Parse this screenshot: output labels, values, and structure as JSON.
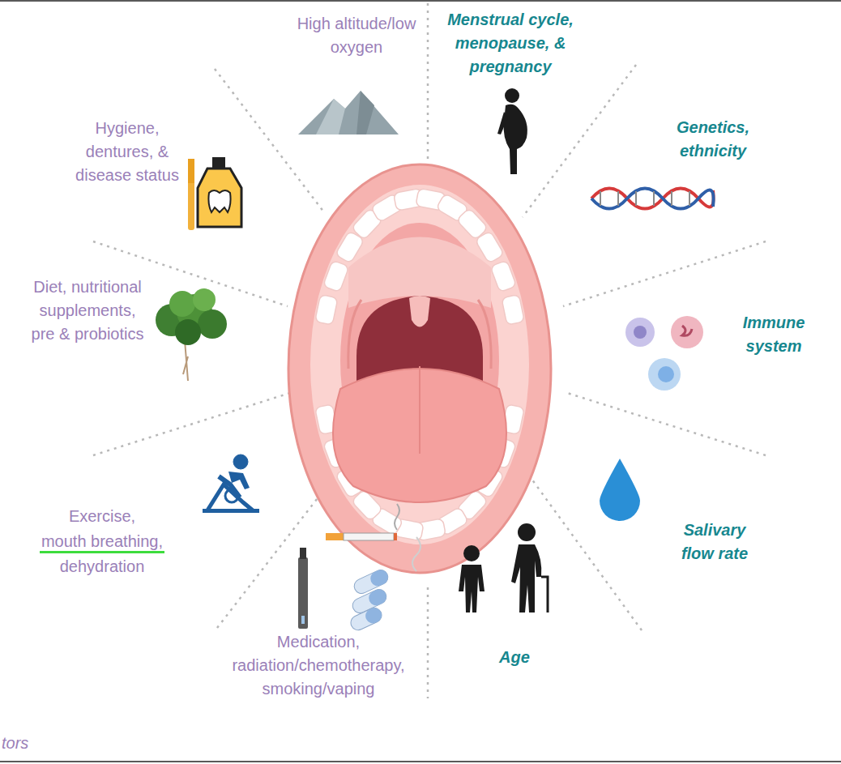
{
  "diagram": {
    "labels": [
      "High altitude/low oxygen",
      "Menstrual cycle, menopause, & pregnancy",
      "Hygiene, dentures, & disease status",
      "Genetics, ethnicity",
      "Diet, nutritional supplements, pre & probiotics",
      "Immune system",
      "Exercise,",
      "mouth breathing,",
      "dehydration",
      "Salivary flow rate",
      "Medication, radiation/chemotherapy, smoking/vaping",
      "Age",
      "tors"
    ]
  }
}
